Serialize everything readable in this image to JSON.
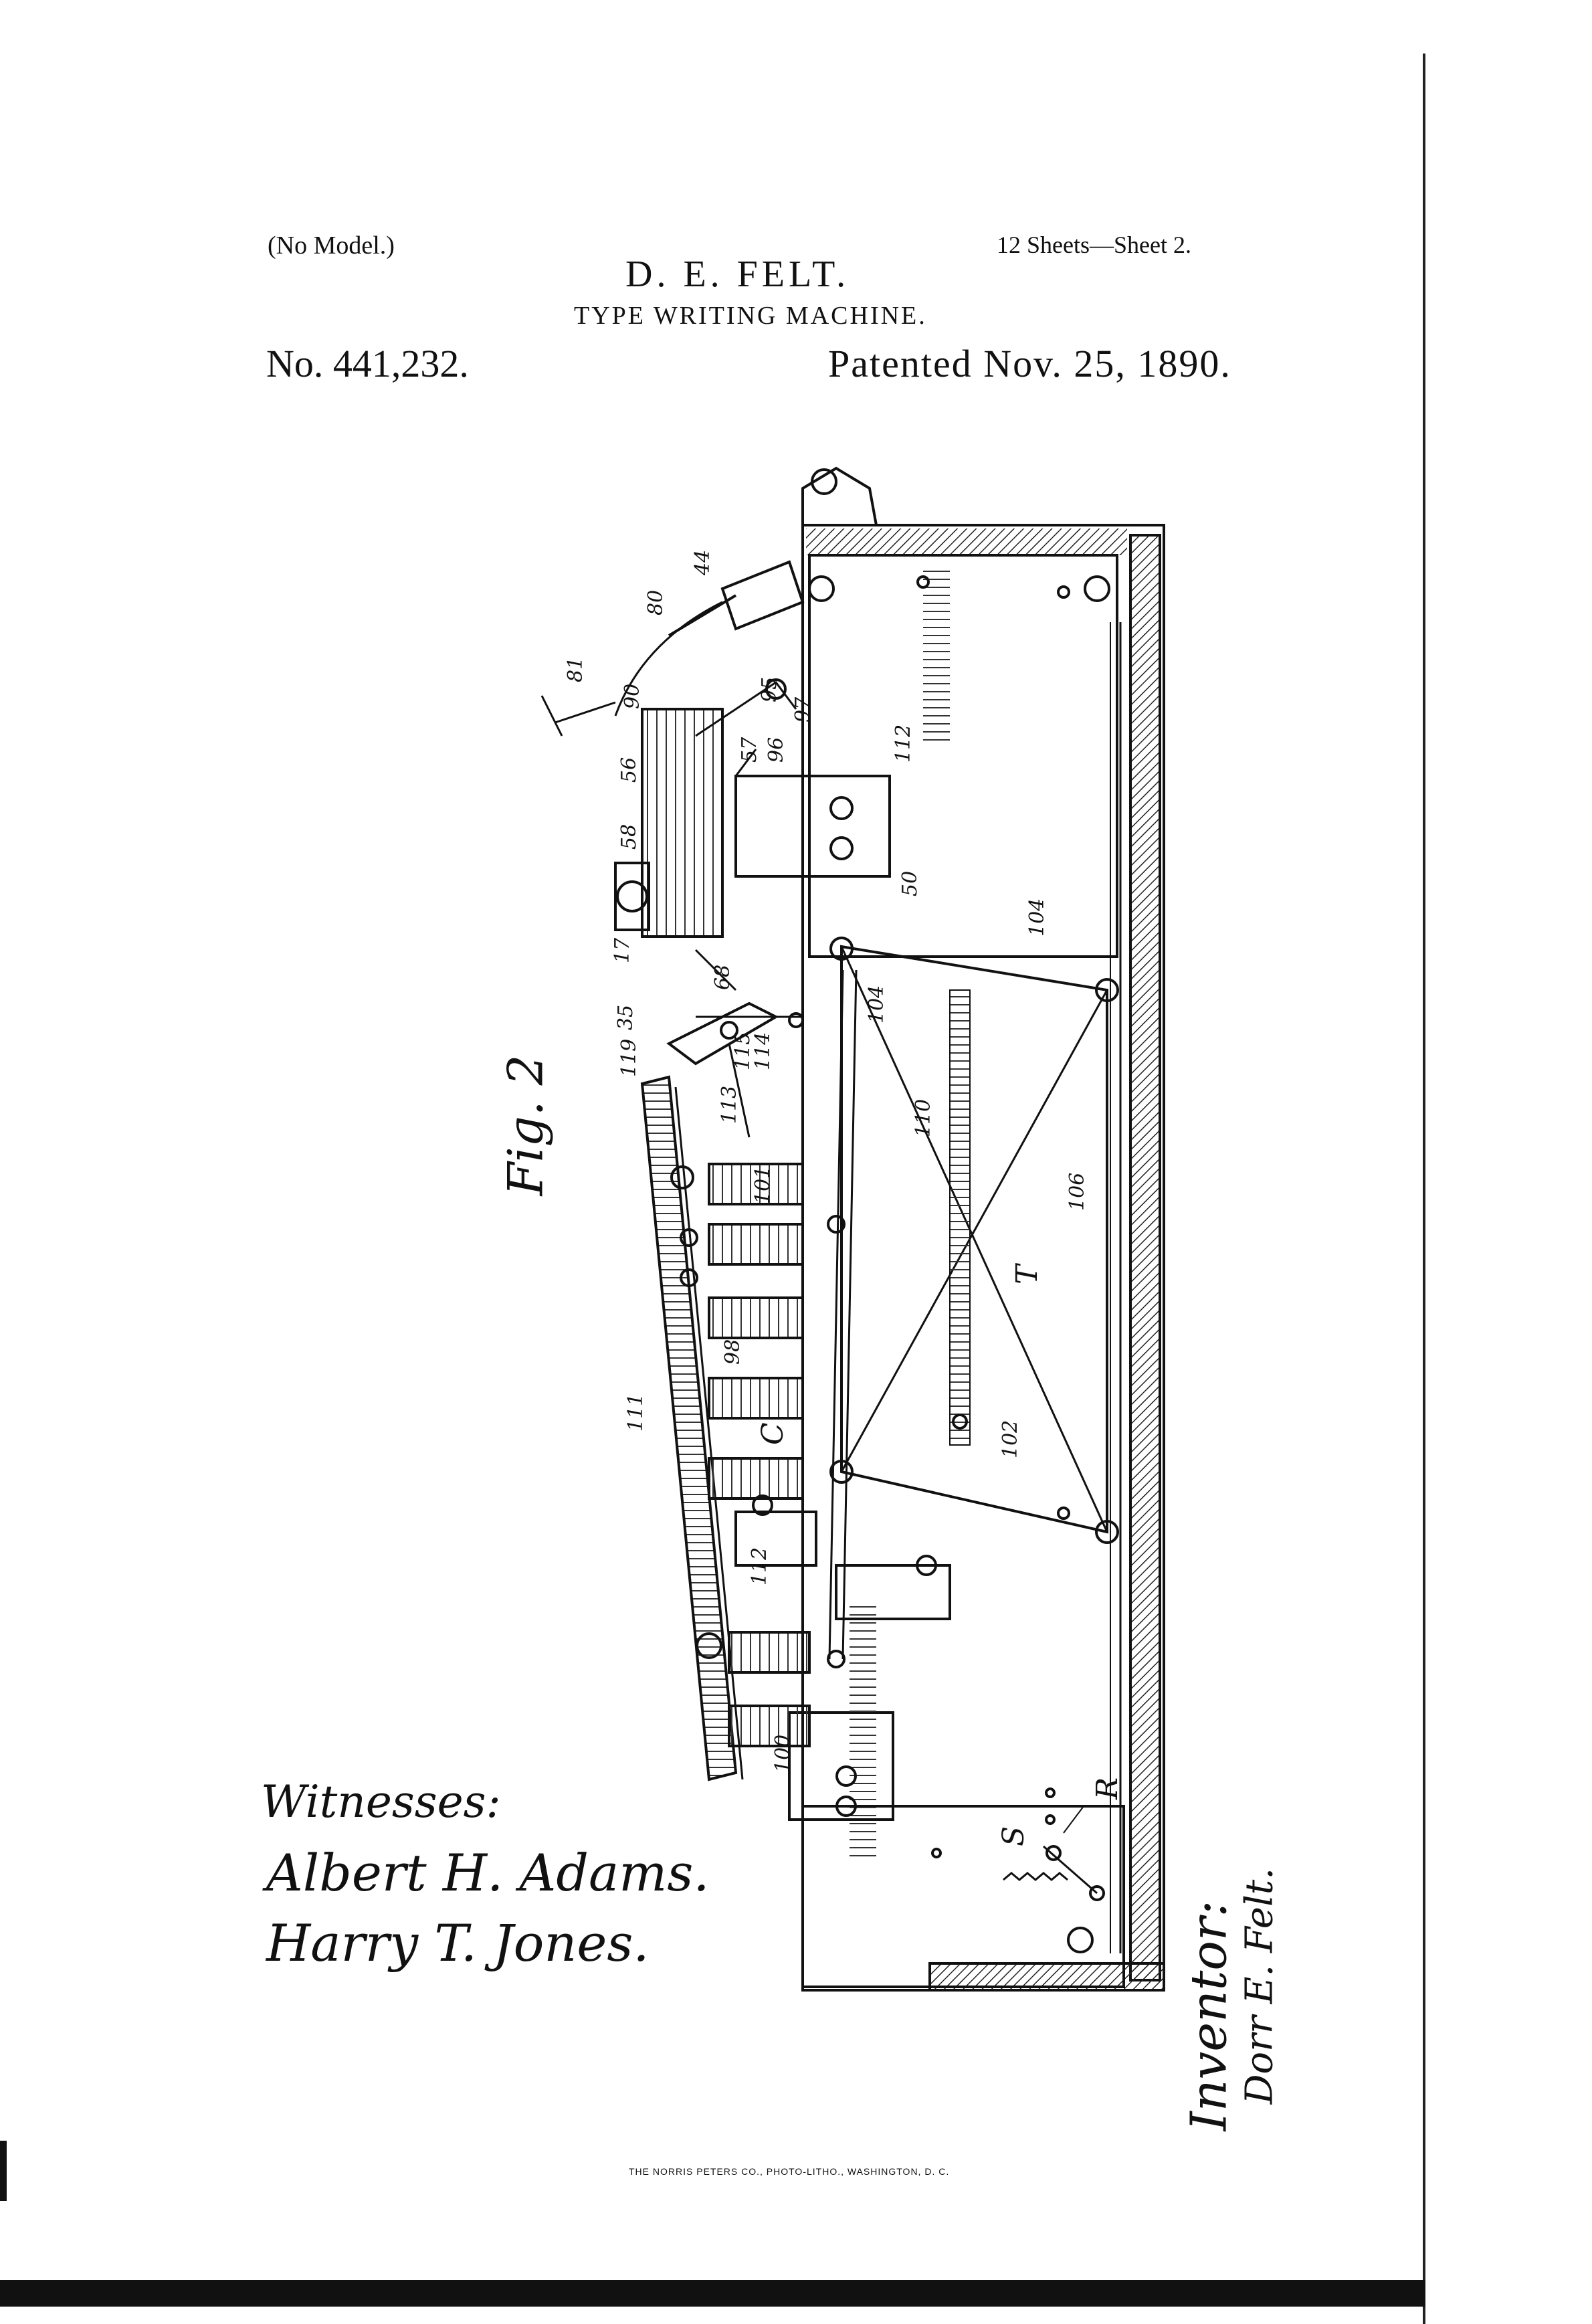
{
  "header": {
    "model_note": "(No Model.)",
    "sheets": "12 Sheets—Sheet 2.",
    "inventor": "D. E. FELT.",
    "title": "TYPE WRITING MACHINE.",
    "patent_number": "No. 441,232.",
    "patent_date": "Patented Nov. 25, 1890."
  },
  "figure": {
    "label": "Fig. 2",
    "reference_numerals": [
      "44",
      "80",
      "81",
      "90",
      "56",
      "58",
      "95",
      "57",
      "96",
      "97",
      "112",
      "50",
      "104",
      "17",
      "35",
      "68",
      "119",
      "114",
      "115",
      "113",
      "101",
      "110",
      "106",
      "T",
      "98",
      "111",
      "C",
      "102",
      "112",
      "100",
      "R",
      "S"
    ]
  },
  "witnesses": {
    "label": "Witnesses:",
    "names": [
      "Albert H. Adams.",
      "Harry T. Jones."
    ]
  },
  "inventor_block": {
    "label": "Inventor:",
    "signature": "Dorr E. Felt."
  },
  "imprint": "THE NORRIS PETERS CO., PHOTO-LITHO., WASHINGTON, D. C."
}
